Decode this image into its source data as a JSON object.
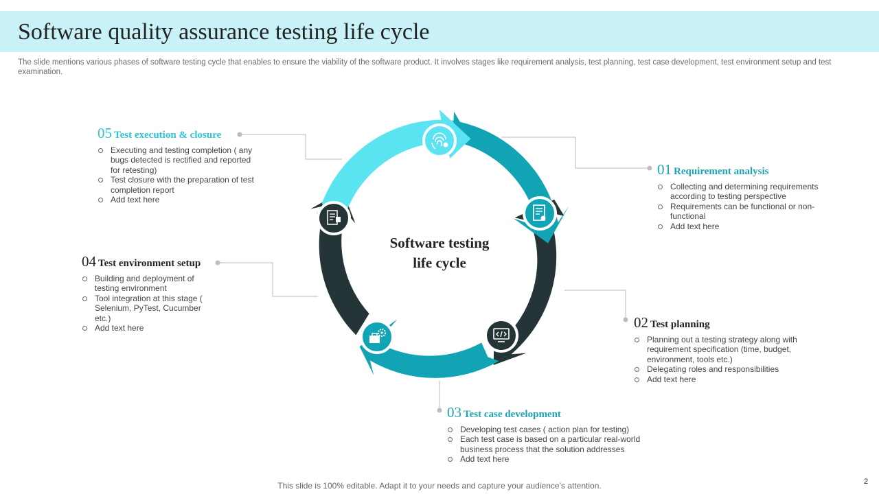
{
  "title": "Software quality assurance testing life cycle",
  "subtitle": "The slide mentions various phases of software testing cycle that enables to ensure the viability of the software product. It involves stages like requirement analysis, test planning, test case development, test environment setup and test examination.",
  "center_label": [
    "Software testing",
    "life cycle"
  ],
  "phases": [
    {
      "number": "01",
      "title": "Requirement  analysis",
      "bullets": [
        "Collecting and determining  requirements according to testing perspective",
        "Requirements can be functional or non-functional",
        "Add text here"
      ]
    },
    {
      "number": "02",
      "title": "Test planning",
      "bullets": [
        "Planning out a testing strategy along with requirement specification (time, budget, environment, tools etc.)",
        "Delegating roles and responsibilities",
        "Add text here"
      ]
    },
    {
      "number": "03",
      "title": "Test case development",
      "bullets": [
        "Developing test cases ( action plan for testing)",
        "Each test case is based on a particular real-world business process that the solution addresses",
        "Add text here"
      ]
    },
    {
      "number": "04",
      "title": "Test environment  setup",
      "bullets": [
        "Building and deployment of testing environment",
        "Tool integration at this stage ( Selenium, PyTest, Cucumber etc.)",
        "Add text here"
      ]
    },
    {
      "number": "05",
      "title": "Test execution & closure",
      "bullets": [
        "Executing and testing completion ( any bugs detected is rectified and reported for retesting)",
        "Test closure with the preparation of test completion report",
        "Add text here"
      ]
    }
  ],
  "footer": "This slide is 100% editable. Adapt it to your needs and capture your audience’s attention.",
  "page_number": "2",
  "colors": {
    "light_cyan": "#5ae3f0",
    "teal": "#12a4b4",
    "dark": "#253437",
    "title_band": "#c8f2f8",
    "connector": "#b8b8b8"
  },
  "icons": [
    "fingerprint-icon",
    "document-icon",
    "code-monitor-icon",
    "settings-briefcase-icon",
    "checklist-icon"
  ]
}
